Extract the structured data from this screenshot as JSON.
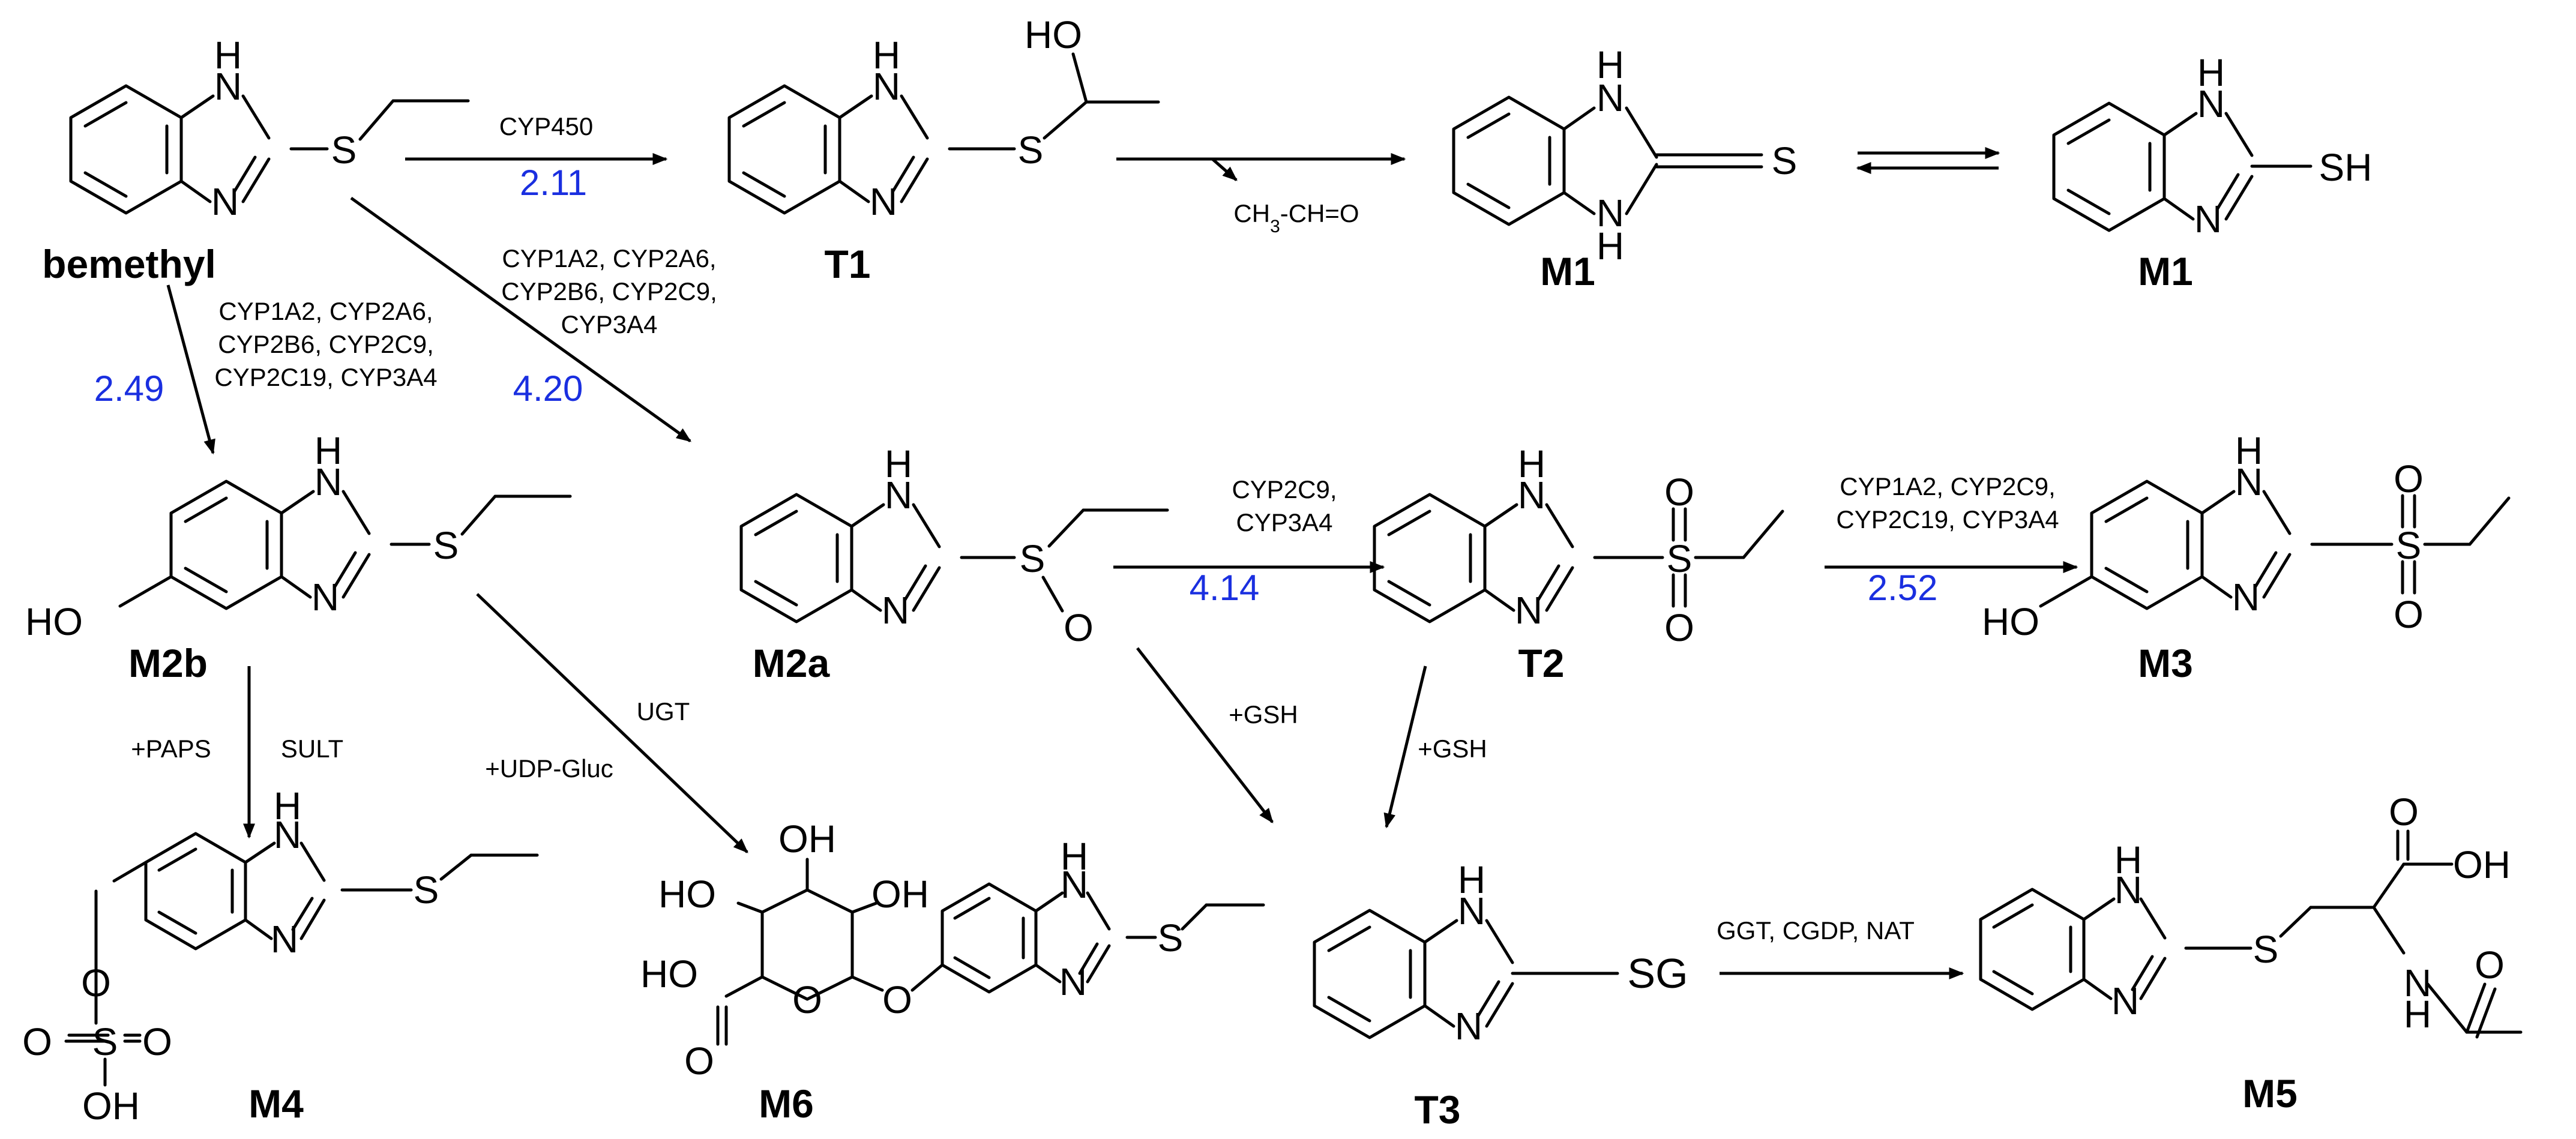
{
  "compounds": {
    "bemethyl": "bemethyl",
    "t1": "T1",
    "m1a": "M1",
    "m1b": "M1",
    "m2b": "M2b",
    "m2a": "M2a",
    "t2": "T2",
    "m3": "M3",
    "m4": "M4",
    "m6": "M6",
    "t3": "T3",
    "m5": "M5"
  },
  "enzymes": {
    "cyp450": "CYP450",
    "m2a_l1": "CYP1A2, CYP2A6,",
    "m2a_l2": "CYP2B6, CYP2C9,",
    "m2a_l3": "CYP3A4",
    "m2b_l1": "CYP1A2, CYP2A6,",
    "m2b_l2": "CYP2B6, CYP2C9,",
    "m2b_l3": "CYP2C19, CYP3A4",
    "t2_l1": "CYP2C9,",
    "t2_l2": "CYP3A4",
    "m3_l1": "CYP1A2, CYP2C9,",
    "m3_l2": "CYP2C19, CYP3A4",
    "paps": "+PAPS",
    "sult": "SULT",
    "ugt": "UGT",
    "udp": "+UDP-Gluc",
    "gsh1": "+GSH",
    "gsh2": "+GSH",
    "ggt": "GGT, CGDP, NAT"
  },
  "rates": {
    "t1": "2.11",
    "m2b": "2.49",
    "m2a": "4.20",
    "t2": "4.14",
    "m3": "2.52"
  },
  "byproduct": {
    "pre": "CH",
    "sub": "3",
    "post": "-CH=O"
  },
  "atoms": {
    "N": "N",
    "H": "H",
    "S": "S",
    "O": "O",
    "HO": "HO",
    "OH": "OH",
    "SH": "SH",
    "SG": "SG"
  },
  "colors": {
    "rate_text": "#1a2fe0",
    "lines": "#000000"
  }
}
